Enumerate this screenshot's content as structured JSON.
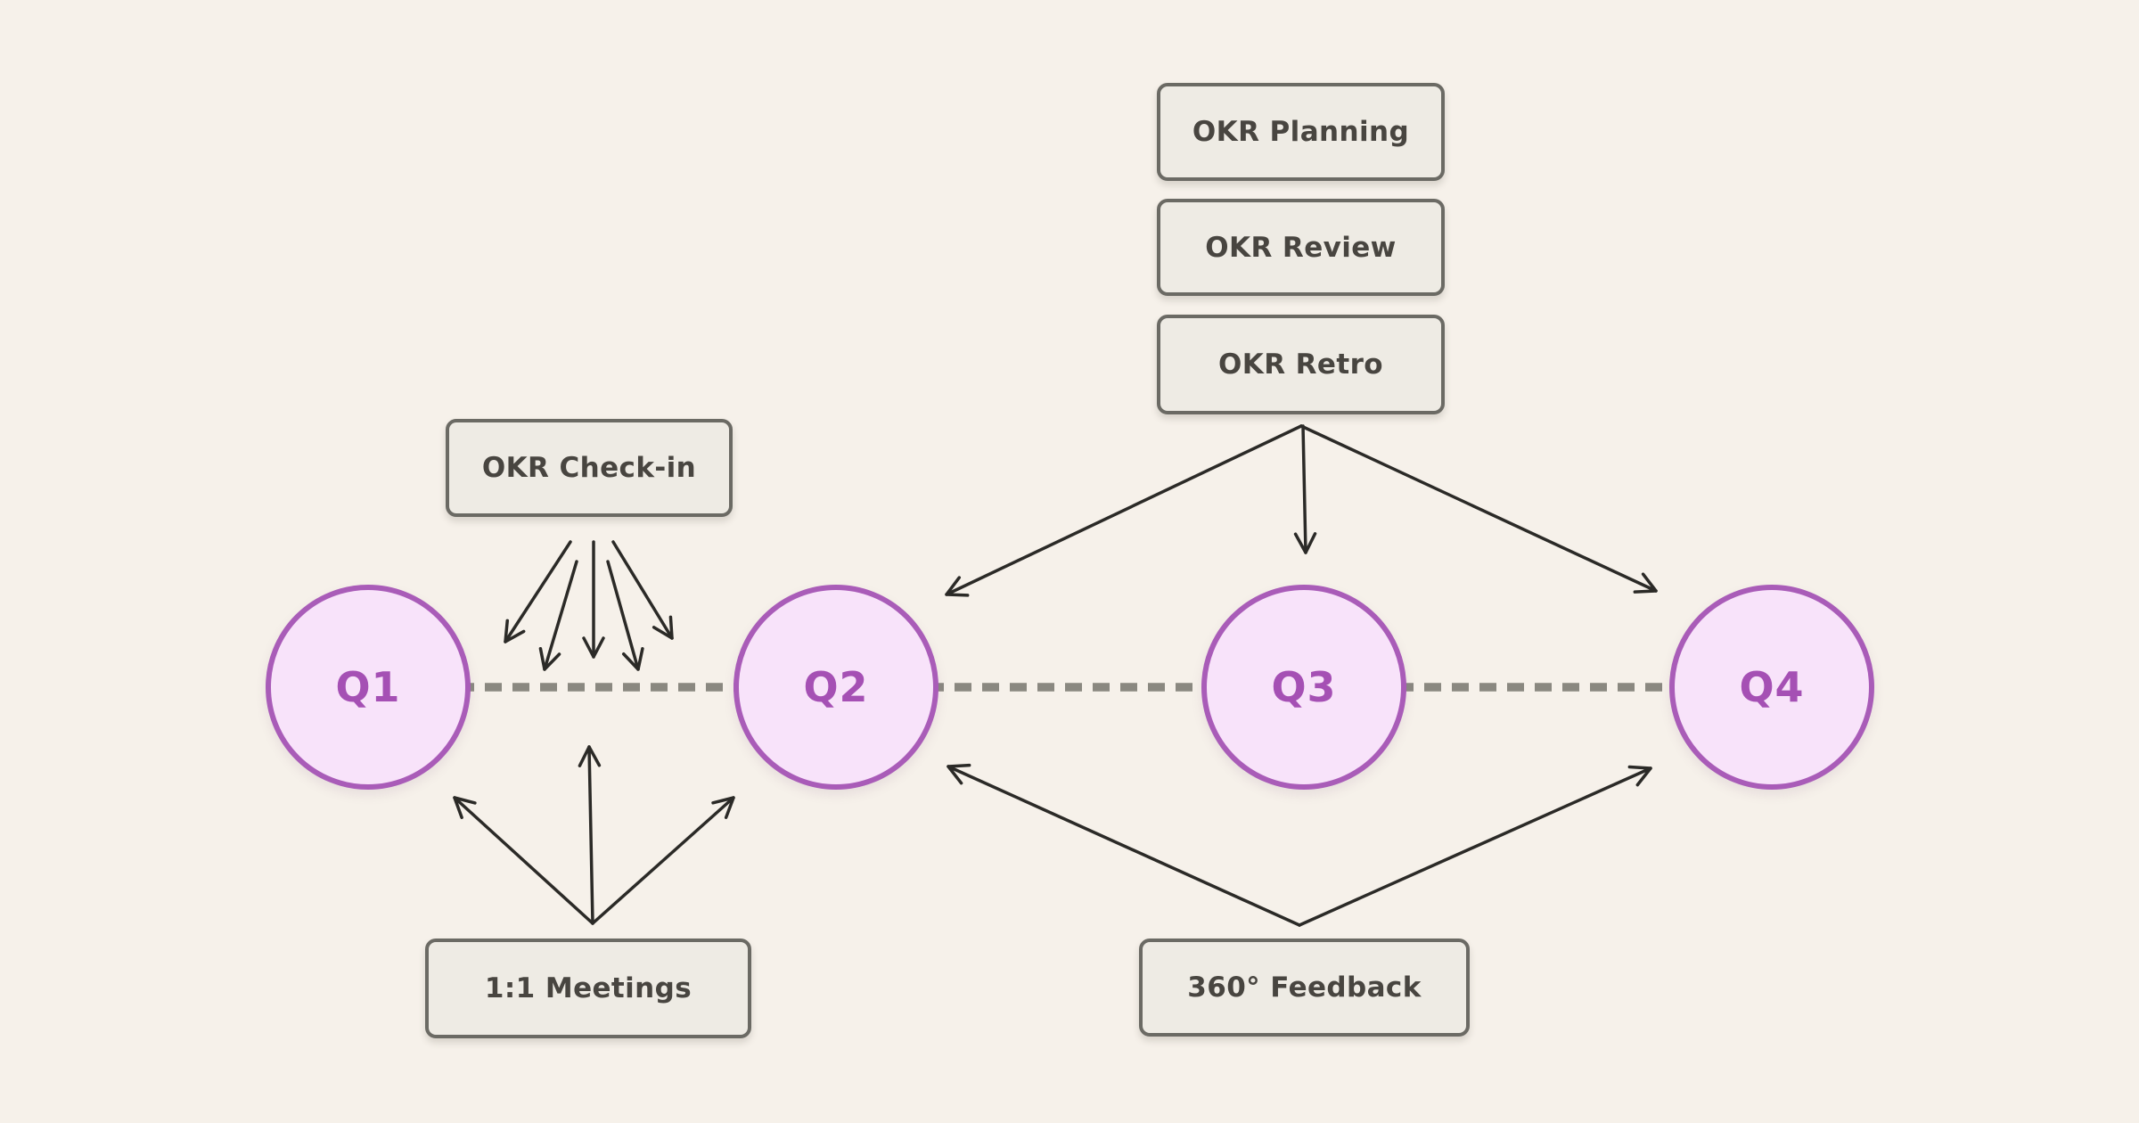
{
  "quarters": [
    {
      "label": "Q1"
    },
    {
      "label": "Q2"
    },
    {
      "label": "Q3"
    },
    {
      "label": "Q4"
    }
  ],
  "activities": [
    {
      "label": "OKR Planning"
    },
    {
      "label": "OKR Review"
    },
    {
      "label": "OKR Retro"
    },
    {
      "label": "OKR Check-in"
    },
    {
      "label": "1:1 Meetings"
    },
    {
      "label": "360° Feedback"
    }
  ],
  "connections": [
    {
      "from": "OKR Retro",
      "to": "Q2",
      "arrow": "down-left"
    },
    {
      "from": "OKR Retro",
      "to": "Q3",
      "arrow": "down"
    },
    {
      "from": "OKR Retro",
      "to": "Q4",
      "arrow": "down-right"
    },
    {
      "from": "OKR Check-in",
      "to": "timeline between Q1 and Q2",
      "arrow": "fan of 5 down"
    },
    {
      "from": "1:1 Meetings",
      "to": "Q1",
      "arrow": "up-left"
    },
    {
      "from": "1:1 Meetings",
      "to": "timeline between Q1 and Q2",
      "arrow": "up"
    },
    {
      "from": "1:1 Meetings",
      "to": "Q2",
      "arrow": "up-right"
    },
    {
      "from": "360° Feedback",
      "to": "Q2",
      "arrow": "up-left"
    },
    {
      "from": "360° Feedback",
      "to": "Q4",
      "arrow": "up-right"
    }
  ],
  "colors": {
    "background": "#F6F1EA",
    "circle_fill": "#F8E3FA",
    "circle_stroke": "#A95CB8",
    "circle_text": "#A550B4",
    "box_fill": "#EEEBE4",
    "box_stroke": "#6B6A64",
    "box_text": "#484540",
    "arrow": "#2B2A27",
    "timeline_dash": "#8A8880"
  }
}
